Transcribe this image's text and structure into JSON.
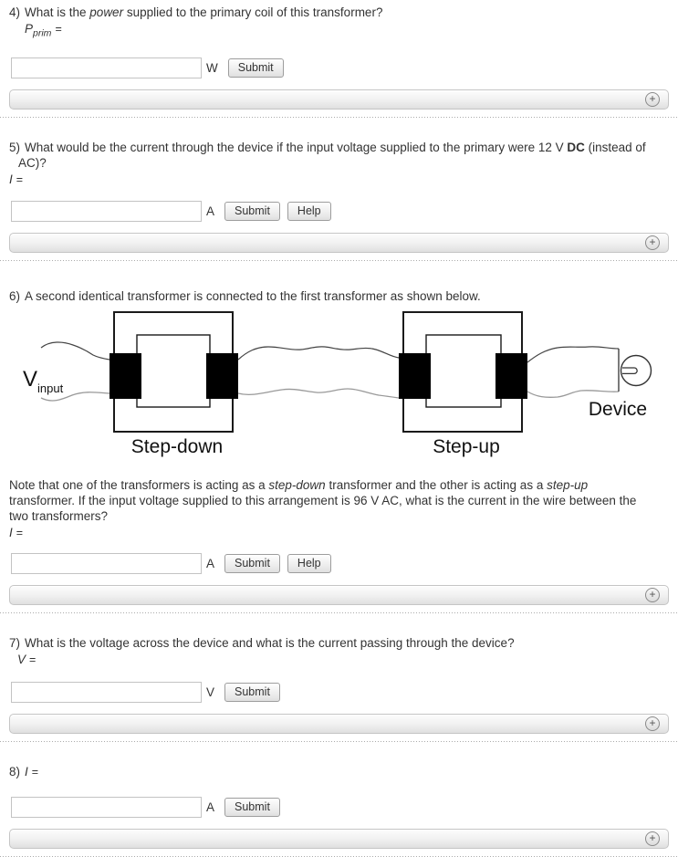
{
  "q4": {
    "number": "4)",
    "text_pre": "What is the ",
    "emph": "power",
    "text_post": " supplied to the primary coil of this transformer?",
    "symbol": "P",
    "symbol_sub": "prim",
    "equals": "=",
    "input_value": "",
    "unit": "W",
    "submit_label": "Submit"
  },
  "q5": {
    "number": "5)",
    "text_pre": "What would be the current through the device if the input voltage supplied to the primary were 12 V ",
    "strong": "DC",
    "text_post": " (instead of AC)?",
    "symbol": "I",
    "equals": "=",
    "input_value": "",
    "unit": "A",
    "submit_label": "Submit",
    "help_label": "Help"
  },
  "q6": {
    "number": "6)",
    "intro": "A second identical transformer is connected to the first transformer as shown below.",
    "diagram": {
      "input_symbol": "V",
      "input_sub": "input",
      "left_transformer_label": "Step-down",
      "right_transformer_label": "Step-up",
      "device_label": "Device"
    },
    "note_pre": "Note that one of the transformers is acting as a ",
    "note_emph1": "step-down",
    "note_mid": " transformer and the other is acting as a ",
    "note_emph2": "step-up",
    "note_post": " transformer. If the input voltage supplied to this arrangement is 96 V AC, what is the current in the wire between the two transformers?",
    "symbol": "I",
    "equals": "=",
    "input_value": "",
    "unit": "A",
    "submit_label": "Submit",
    "help_label": "Help"
  },
  "q7": {
    "number": "7)",
    "text": "What is the voltage across the device and what is the current passing through the device?",
    "symbol": "V",
    "equals": "=",
    "input_value": "",
    "unit": "V",
    "submit_label": "Submit"
  },
  "q8": {
    "number": "8)",
    "symbol": "I",
    "equals": "=",
    "input_value": "",
    "unit": "A",
    "submit_label": "Submit"
  },
  "expander": {
    "icon": "+"
  }
}
